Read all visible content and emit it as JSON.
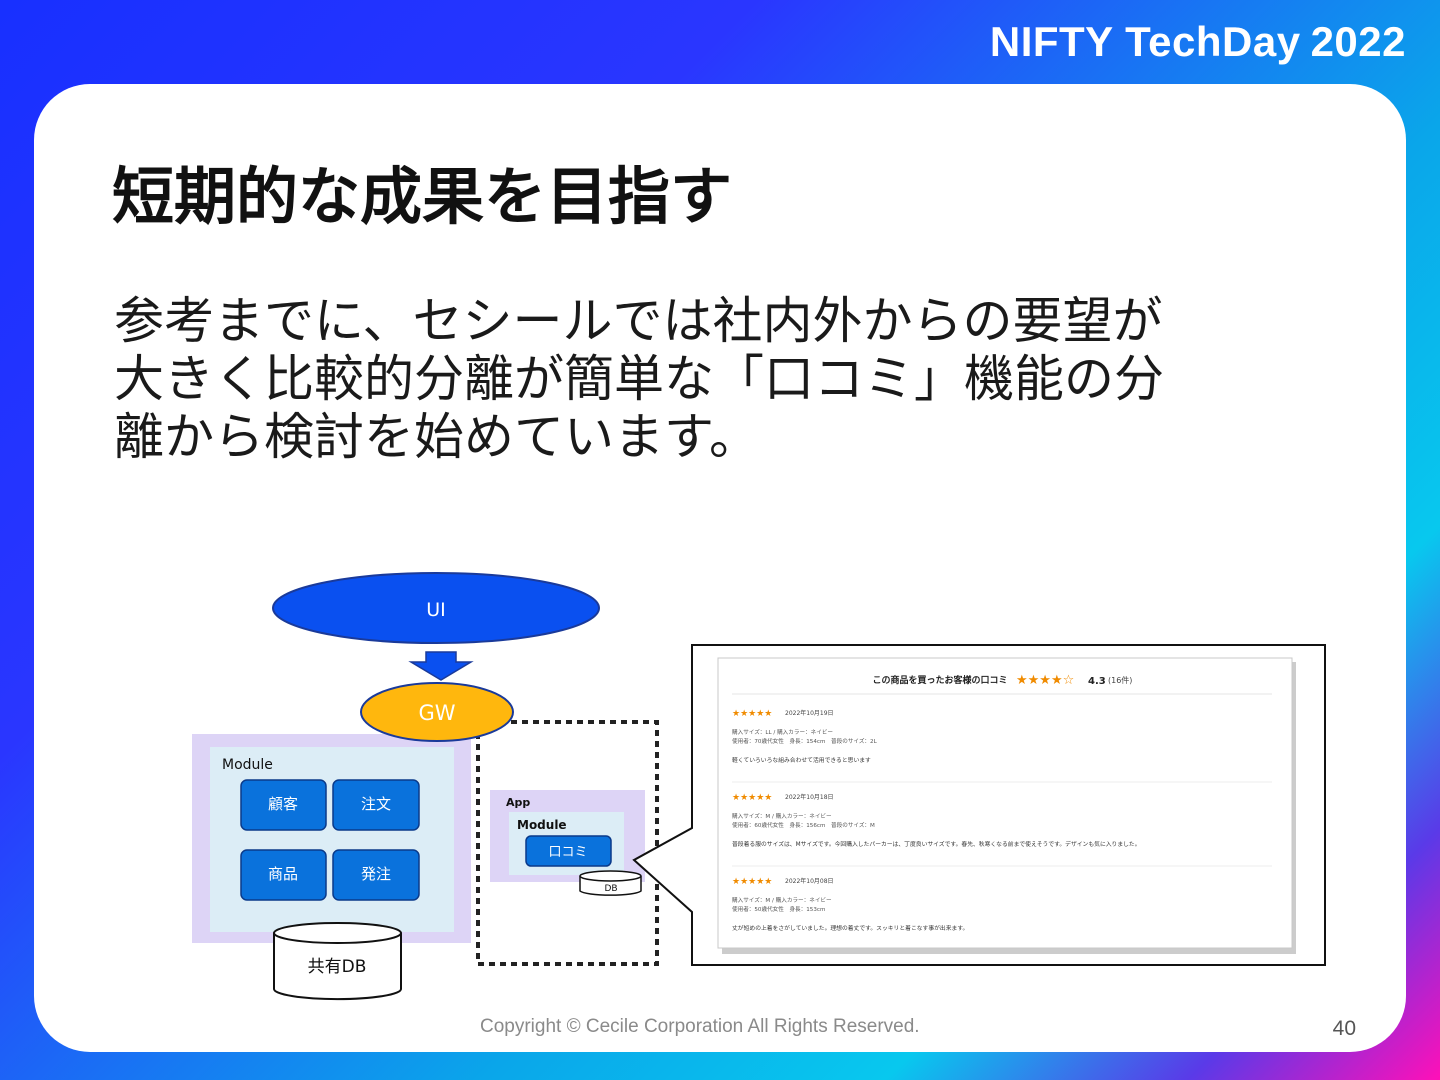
{
  "header": {
    "brand": "NIFTY TechDay",
    "year": "2022"
  },
  "slide": {
    "title": "短期的な成果を目指す",
    "body_lines": [
      "参考までに、セシールでは社内外からの要望が",
      "大きく比較的分離が簡単な「口コミ」機能の分",
      "離から検討を始めています。"
    ]
  },
  "diagram": {
    "ui_label": "UI",
    "gw_label": "GW",
    "module_label": "Module",
    "module_items": [
      "顧客",
      "注文",
      "商品",
      "発注"
    ],
    "shared_db_label": "共有DB",
    "app_label": "App",
    "app_module_label": "Module",
    "app_module_item": "口コミ",
    "app_db_label": "DB"
  },
  "review_screenshot": {
    "heading": "この商品を買ったお客様の口コミ",
    "avg_stars": "★★★★☆",
    "avg_score": "4.3",
    "count": "(16件)",
    "reviews": [
      {
        "stars": "★★★★★",
        "date": "2022年10月19日",
        "size": "購入サイズ：LL / 購入カラー：ネイビー",
        "user": "使用者：70歳代女性　身長：154cm　普段のサイズ：2L",
        "comment": "軽くていろいろな組み合わせて活用できると思います"
      },
      {
        "stars": "★★★★★",
        "date": "2022年10月18日",
        "size": "購入サイズ：M / 購入カラー：ネイビー",
        "user": "使用者：60歳代女性　身長：156cm　普段のサイズ：M",
        "comment": "普段着る服のサイズは、Mサイズです。今回購入したパーカーは、丁度良いサイズです。春先、秋寒くなる前まで使えそうです。デザインも気に入りました。"
      },
      {
        "stars": "★★★★★",
        "date": "2022年10月08日",
        "size": "購入サイズ：M / 購入カラー：ネイビー",
        "user": "使用者：50歳代女性　身長：153cm",
        "comment": "丈が短めの上着をさがしていました。理想の着丈です。スッキリと着こなす事が出来ます。"
      }
    ]
  },
  "footer": {
    "copyright": "Copyright © Cecile Corporation All Rights Reserved.",
    "page": "40"
  },
  "colors": {
    "ui_blue": "#0a50f0",
    "gw_yellow": "#ffb70d",
    "module_purple": "#ddd4f6",
    "module_inner": "#dcedf6",
    "item_blue": "#0a72dc",
    "star_orange": "#f08b00"
  }
}
